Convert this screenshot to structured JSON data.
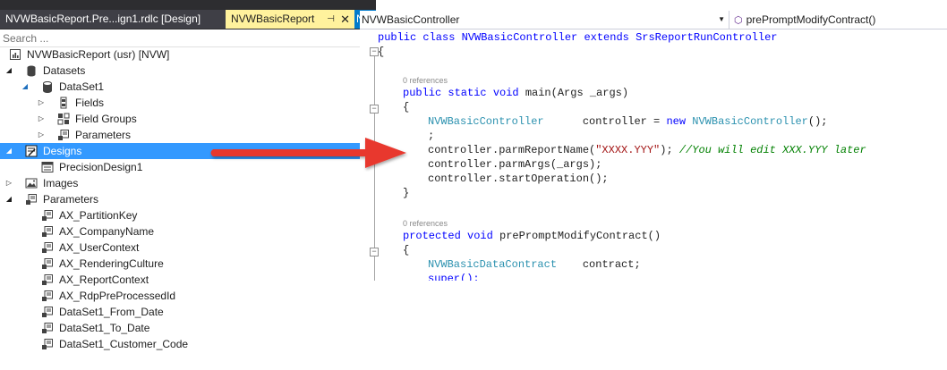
{
  "tabs": {
    "inactive_label": "NVWBasicReport.Pre...ign1.rdlc [Design]",
    "active_label": "NVWBasicReport",
    "cut_label": "N"
  },
  "navbar": {
    "class_name": "NVWBasicController",
    "method_name": "prePromptModifyContract()"
  },
  "search": {
    "placeholder": "Search ..."
  },
  "tree": {
    "root": "NVWBasicReport (usr) [NVW]",
    "datasets": "Datasets",
    "dataset1": "DataSet1",
    "fields": "Fields",
    "field_groups": "Field Groups",
    "dataset_parameters": "Parameters",
    "designs": "Designs",
    "precision_design": "PrecisionDesign1",
    "images": "Images",
    "parameters": "Parameters",
    "parameter_items": [
      "AX_PartitionKey",
      "AX_CompanyName",
      "AX_UserContext",
      "AX_RenderingCulture",
      "AX_ReportContext",
      "AX_RdpPreProcessedId",
      "DataSet1_From_Date",
      "DataSet1_To_Date",
      "DataSet1_Customer_Code"
    ]
  },
  "code": {
    "class_decl_kw": "public class ",
    "class_name": "NVWBasicController",
    "extends_kw": " extends ",
    "base_class": "SrsReportRunController",
    "open_brace_1": "{",
    "refs_1": "0 references",
    "main_kw": "public static void ",
    "main_rest": "main(Args _args)",
    "open_brace_2": "{",
    "decl_type": "NVWBasicController",
    "decl_rest": "      controller = ",
    "new_kw": "new ",
    "decl_ctor": "NVWBasicController",
    "decl_end": "();",
    "semicolon": ";",
    "parm_call": "controller.parmReportName(",
    "parm_string": "\"XXXX.YYY\"",
    "parm_end": "); ",
    "parm_comment": "//You will edit XXX.YYY later",
    "args_line": "controller.parmArgs(_args);",
    "start_line": "controller.startOperation();",
    "close_brace_2": "}",
    "refs_2": "0 references",
    "pre_kw": "protected void ",
    "pre_rest": "prePromptModifyContract()",
    "open_brace_3": "{",
    "contract_type": "NVWBasicDataContract",
    "contract_rest": "    contract;",
    "super_line": "super();"
  },
  "colors": {
    "selection": "#3399ff",
    "active_tab": "#fff29d",
    "arrow": "#e8392f",
    "keyword": "#0000ff",
    "type": "#2b91af",
    "string": "#a31515",
    "comment": "#008000"
  }
}
